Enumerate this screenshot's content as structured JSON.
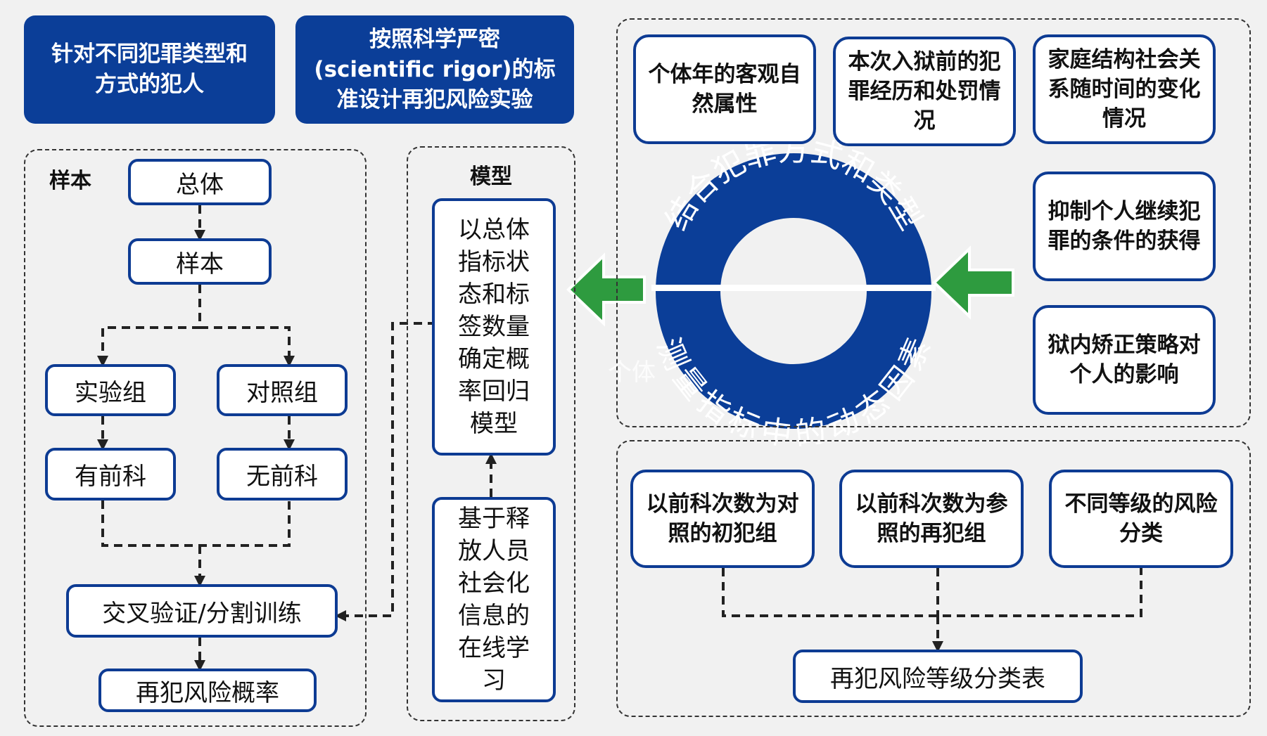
{
  "headers": {
    "left": "针对不同犯罪类型和方式的犯人",
    "right": "按照科学严密(scientific rigor)的标准设计再犯风险实验"
  },
  "sample_panel": {
    "label": "样本",
    "population": "总体",
    "sample": "样本",
    "experimental_group": "实验组",
    "control_group": "对照组",
    "with_record": "有前科",
    "without_record": "无前科",
    "cross_validation": "交叉验证/分割训练",
    "recidivism_probability": "再犯风险概率"
  },
  "model_panel": {
    "label": "模型",
    "model_box": "以总体指标状态和标签数量确定概率回归模型",
    "online_learning_box": "基于释放人员社会化信息的在线学习"
  },
  "factors_panel": {
    "ring_top": "结合犯罪方式和类型",
    "ring_bottom": "测量指标中的动态因素",
    "overlay_text": "个体",
    "factor_1": "个体年的客观自然属性",
    "factor_2": "本次入狱前的犯罪经历和处罚情况",
    "factor_3": "家庭结构社会关系随时间的变化情况",
    "factor_4": "抑制个人继续犯罪的条件的获得",
    "factor_5": "狱内矫正策略对个人的影响"
  },
  "classification_panel": {
    "first_offender": "以前科次数为对照的初犯组",
    "repeat_offender": "以前科次数为参照的再犯组",
    "risk_levels": "不同等级的风险分类",
    "table": "再犯风险等级分类表"
  },
  "colors": {
    "primary_blue": "#0b3e98",
    "border_blue": "#0d3b93",
    "arrow_green": "#2e9b3f",
    "background": "#f1f1f1"
  }
}
